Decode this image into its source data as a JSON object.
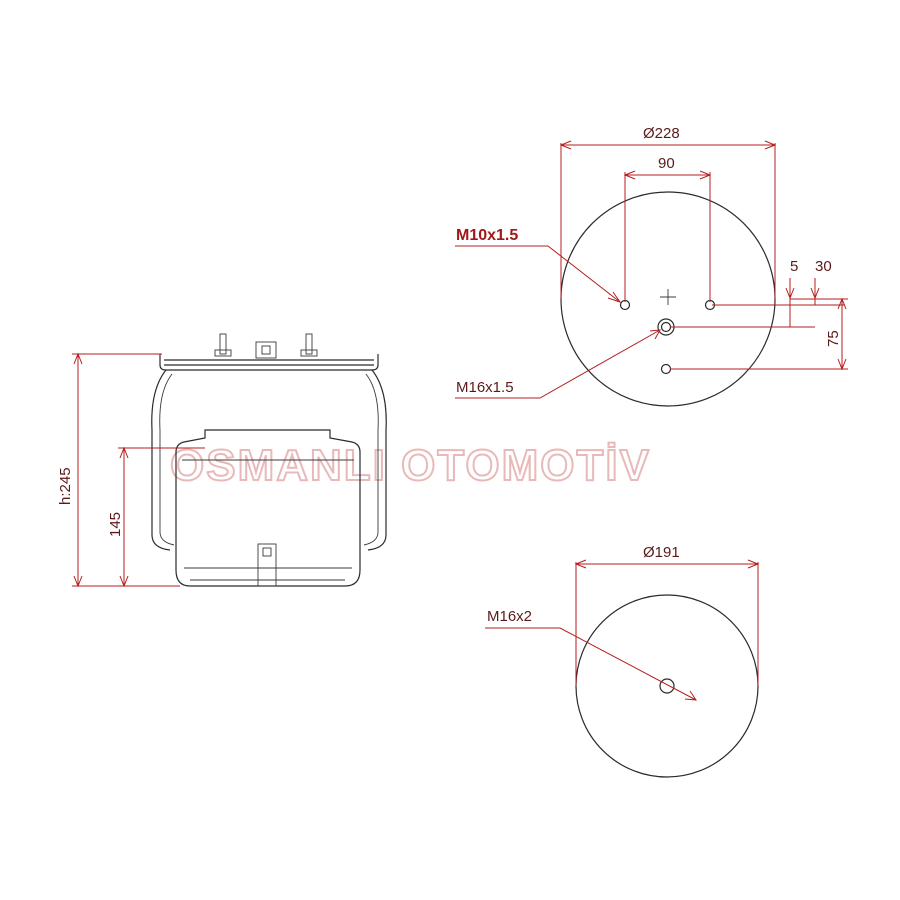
{
  "watermark": "OSMANLI OTOMOTİV",
  "top_view": {
    "outer_diameter": "Ø228",
    "bolt_spacing": "90",
    "offset_small": "5",
    "offset_right": "30",
    "offset_vertical": "75",
    "stud_thread": "M10x1.5",
    "air_inlet_thread": "M16x1.5"
  },
  "bottom_view": {
    "diameter": "Ø191",
    "thread": "M16x2"
  },
  "side_view": {
    "height": "h:245",
    "piston_height": "145"
  },
  "colors": {
    "dimension_line": "#b41e1e",
    "dimension_text": "#5b1a1a",
    "outline": "#2b2b2b",
    "watermark": "#e9b9b9"
  }
}
